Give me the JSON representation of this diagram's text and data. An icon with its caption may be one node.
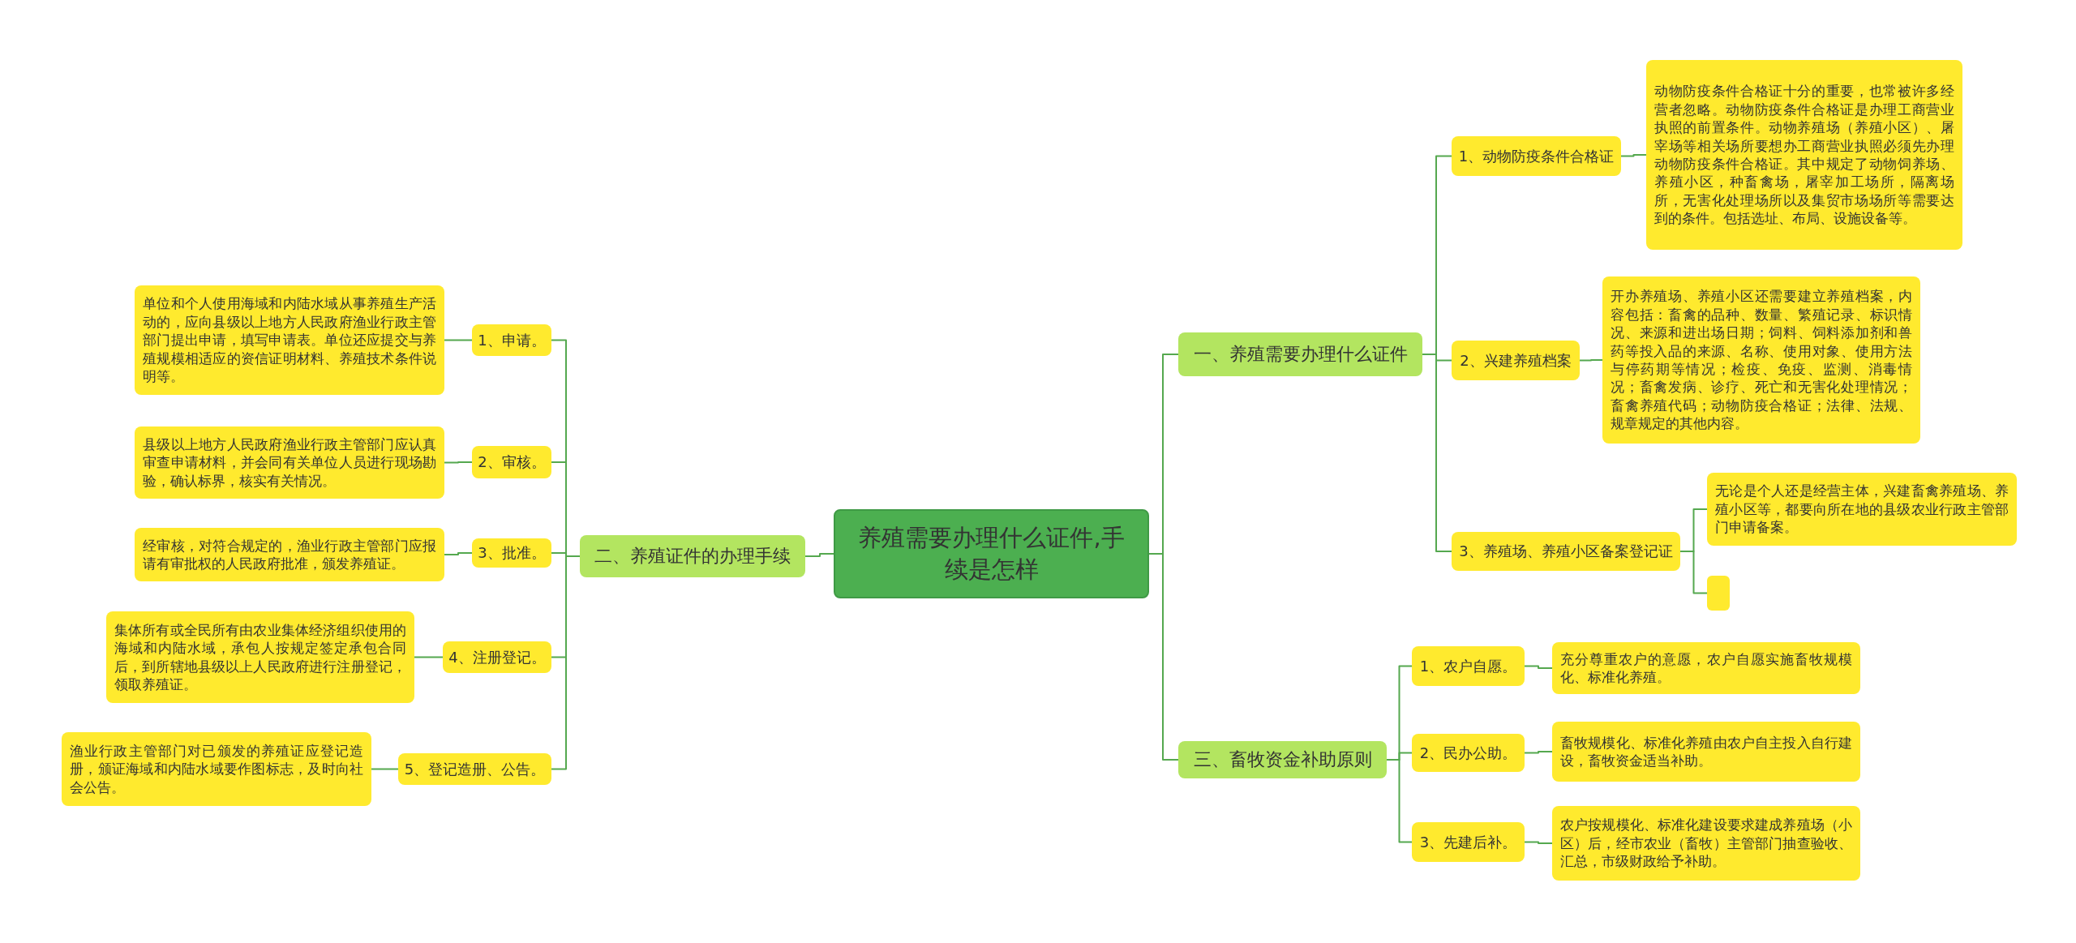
{
  "diagram": {
    "nodes": [
      {
        "text": [
          "养殖需要办理什么证件,手续是怎样"
        ]
      },
      {
        "text": [
          "一、养殖需要办理什么证件"
        ]
      },
      {
        "text": [
          "1、动物防疫条件合格证"
        ]
      },
      {
        "text": [
          "动物防疫条件合格证十分的重要，也常被许多经营者忽略。动物防疫条件合格证是办理工商营业执照的前置条件。动物养殖场（养殖小区）、屠宰场等相关场所要想办工商营业执照必须先办理动物防疫条件合格证。其中规定了动物饲养场、养殖小区，种畜禽场，屠宰加工场所，隔离场所，无害化处理场所以及集贸市场场所等需要达到的条件。包括选址、布局、设施设备等。"
        ]
      },
      {
        "text": [
          "2、兴建养殖档案"
        ]
      },
      {
        "text": [
          "开办养殖场、养殖小区还需要建立养殖档案，内容包括：畜禽的品种、数量、繁殖记录、标识情况、来源和进出场日期；饲料、饲料添加剂和兽药等投入品的来源、名称、使用对象、使用方法与停药期等情况；检疫、免疫、监测、消毒情况；畜禽发病、诊疗、死亡和无害化处理情况；畜禽养殖代码；动物防疫合格证；法律、法规、规章规定的其他内容。"
        ]
      },
      {
        "text": [
          "3、养殖场、养殖小区备案登记证"
        ]
      },
      {
        "text": [
          "无论是个人还是经营主体，兴建畜禽养殖场、养殖小区等，都要向所在地的县级农业行政主管部门申请备案。"
        ]
      },
      {
        "text": [],
        "shape": "box"
      },
      {
        "text": [
          "三、畜牧资金补助原则"
        ]
      },
      {
        "text": [
          "1、农户自愿。"
        ]
      },
      {
        "text": [
          "充分尊重农户的意愿，农户自愿实施畜牧规模化、标准化养殖。"
        ]
      },
      {
        "text": [
          "2、民办公助。"
        ]
      },
      {
        "text": [
          "畜牧规模化、标准化养殖由农户自主投入自行建设，畜牧资金适当补助。"
        ]
      },
      {
        "text": [
          "3、先建后补。"
        ]
      },
      {
        "text": [
          "农户按规模化、标准化建设要求建成养殖场（小区）后，经市农业（畜牧）主管部门抽查验收、汇总，市级财政给予补助。"
        ]
      },
      {
        "text": [
          "二、养殖证件的办理手续"
        ]
      },
      {
        "text": [
          "1、申请。"
        ]
      },
      {
        "text": [
          "单位和个人使用海域和内陆水域从事养殖生产活动的，应向县级以上地方人民政府渔业行政主管部门提出申请，填写申请表。单位还应提交与养殖规模相适应的资信证明材料、养殖技术条件说明等。"
        ]
      },
      {
        "text": [
          "2、审核。"
        ]
      },
      {
        "text": [
          "县级以上地方人民政府渔业行政主管部门应认真审查申请材料，并会同有关单位人员进行现场勘验，确认标界，核实有关情况。"
        ]
      },
      {
        "text": [
          "3、批准。"
        ]
      },
      {
        "text": [
          "经审核，对符合规定的，渔业行政主管部门应报请有审批权的人民政府批准，颁发养殖证。"
        ]
      },
      {
        "text": [
          "4、注册登记。"
        ]
      },
      {
        "text": [
          "集体所有或全民所有由农业集体经济组织使用的海域和内陆水域，承包人按规定签定承包合同后，到所辖地县级以上人民政府进行注册登记，领取养殖证。"
        ]
      },
      {
        "text": [
          "5、登记造册、公告。"
        ]
      },
      {
        "text": [
          "渔业行政主管部门对已颁发的养殖证应登记造册，颁证海域和内陆水域要作图标志，及时向社会公告。"
        ]
      }
    ],
    "edges": [
      {
        "from": 0,
        "to": 1,
        "arrow": "none"
      },
      {
        "from": 1,
        "to": 2,
        "arrow": "none"
      },
      {
        "from": 2,
        "to": 3,
        "arrow": "none"
      },
      {
        "from": 1,
        "to": 4,
        "arrow": "none"
      },
      {
        "from": 4,
        "to": 5,
        "arrow": "none"
      },
      {
        "from": 1,
        "to": 6,
        "arrow": "none"
      },
      {
        "from": 6,
        "to": 7,
        "arrow": "none"
      },
      {
        "from": 6,
        "to": 8,
        "arrow": "none"
      },
      {
        "from": 0,
        "to": 9,
        "arrow": "none"
      },
      {
        "from": 9,
        "to": 10,
        "arrow": "none"
      },
      {
        "from": 10,
        "to": 11,
        "arrow": "none"
      },
      {
        "from": 9,
        "to": 12,
        "arrow": "none"
      },
      {
        "from": 12,
        "to": 13,
        "arrow": "none"
      },
      {
        "from": 9,
        "to": 14,
        "arrow": "none"
      },
      {
        "from": 14,
        "to": 15,
        "arrow": "none"
      },
      {
        "from": 0,
        "to": 16,
        "arrow": "none"
      },
      {
        "from": 16,
        "to": 17,
        "arrow": "none"
      },
      {
        "from": 17,
        "to": 18,
        "arrow": "none"
      },
      {
        "from": 16,
        "to": 19,
        "arrow": "none"
      },
      {
        "from": 19,
        "to": 20,
        "arrow": "none"
      },
      {
        "from": 16,
        "to": 21,
        "arrow": "none"
      },
      {
        "from": 21,
        "to": 22,
        "arrow": "none"
      },
      {
        "from": 16,
        "to": 23,
        "arrow": "none"
      },
      {
        "from": 23,
        "to": 24,
        "arrow": "none"
      },
      {
        "from": 16,
        "to": 25,
        "arrow": "none"
      },
      {
        "from": 25,
        "to": 26,
        "arrow": "none"
      }
    ]
  }
}
